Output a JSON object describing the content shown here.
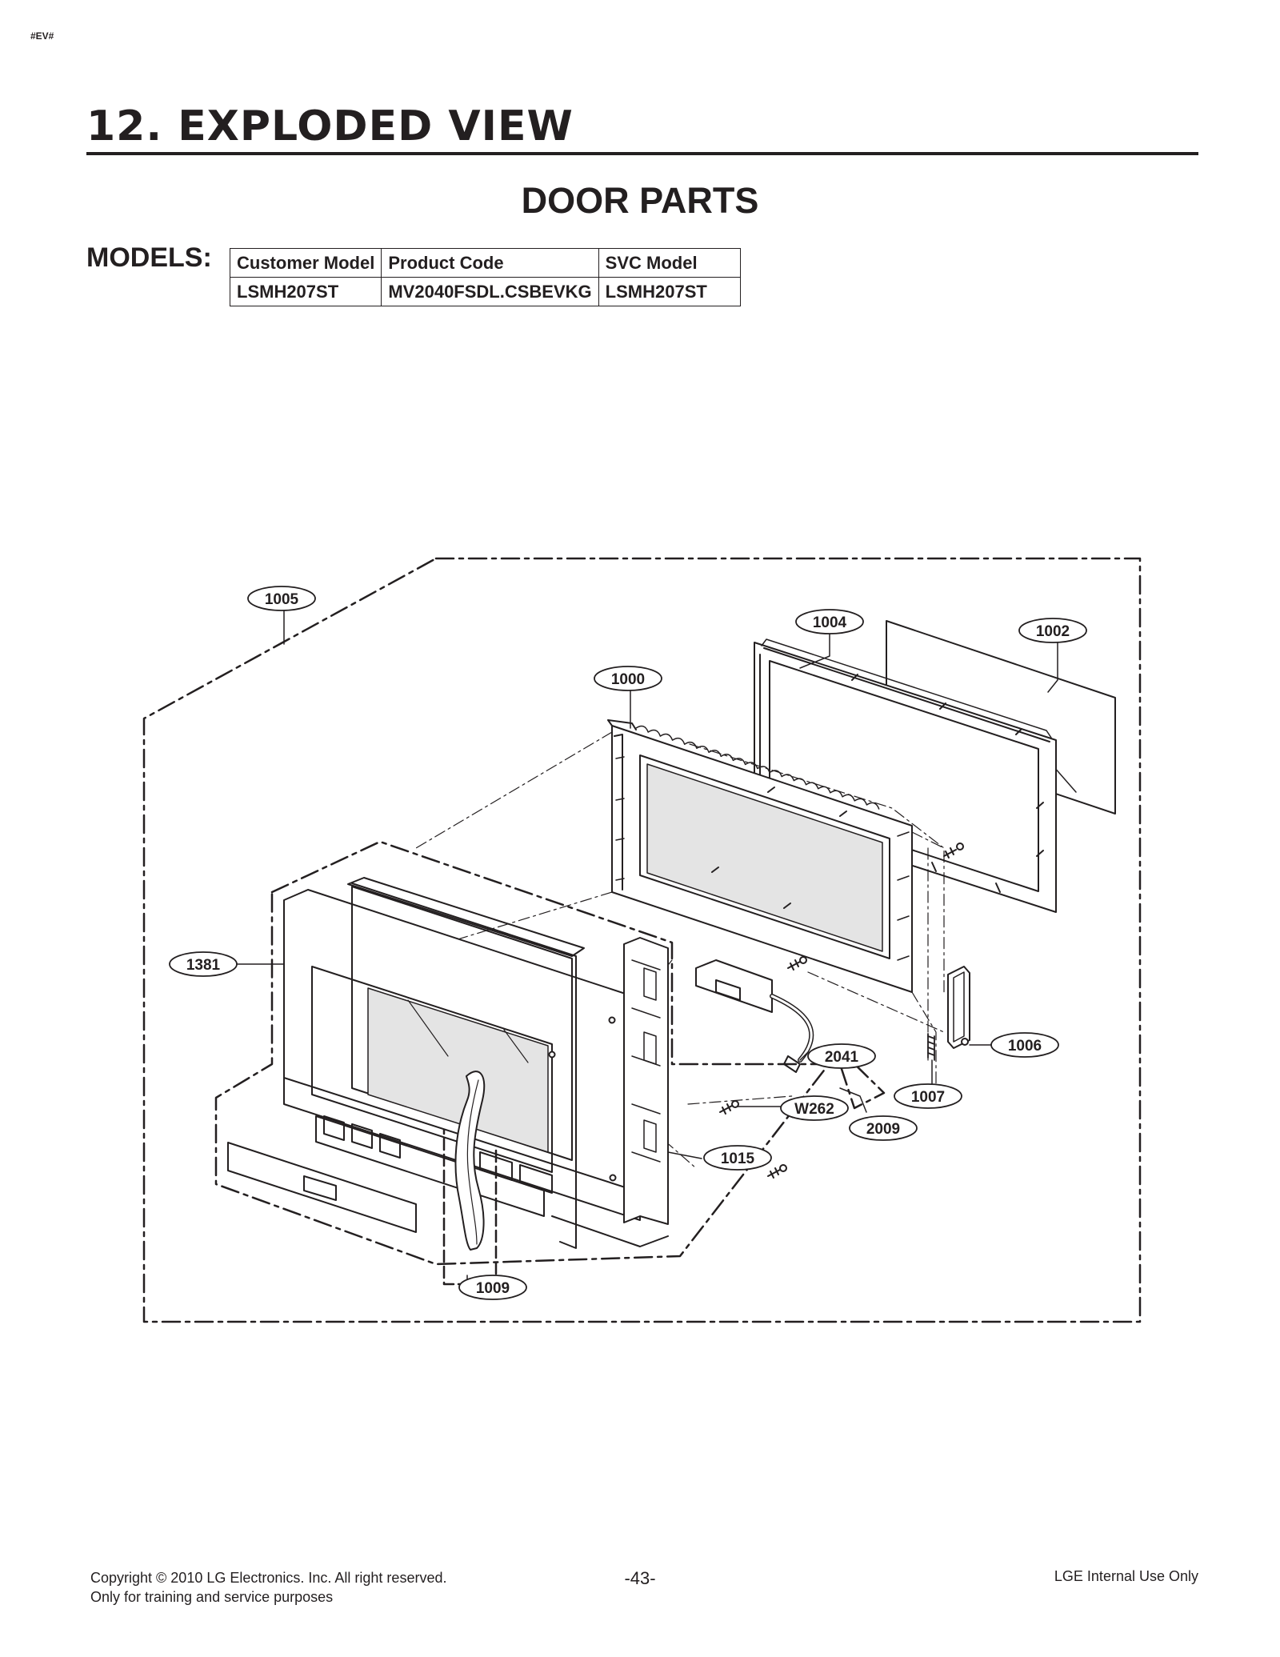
{
  "doc_tag": "#EV#",
  "section_title": "12. EXPLODED VIEW",
  "subtitle": "DOOR PARTS",
  "models_label": "MODELS:",
  "models_table": {
    "headers": [
      "Customer Model",
      "Product Code",
      "SVC Model"
    ],
    "row": [
      "LSMH207ST",
      "MV2040FSDL.CSBEVKG",
      "LSMH207ST"
    ]
  },
  "callouts": {
    "c1005": "1005",
    "c1004": "1004",
    "c1002": "1002",
    "c1000": "1000",
    "c1381": "1381",
    "c2041": "2041",
    "c1006": "1006",
    "c1007": "1007",
    "cW262": "W262",
    "c2009": "2009",
    "c1015": "1015",
    "c1009": "1009"
  },
  "footer": {
    "copyright": "Copyright © 2010 LG Electronics. Inc. All right reserved.",
    "training": "Only for training and service purposes",
    "page_number": "-43-",
    "internal": "LGE Internal Use Only"
  }
}
